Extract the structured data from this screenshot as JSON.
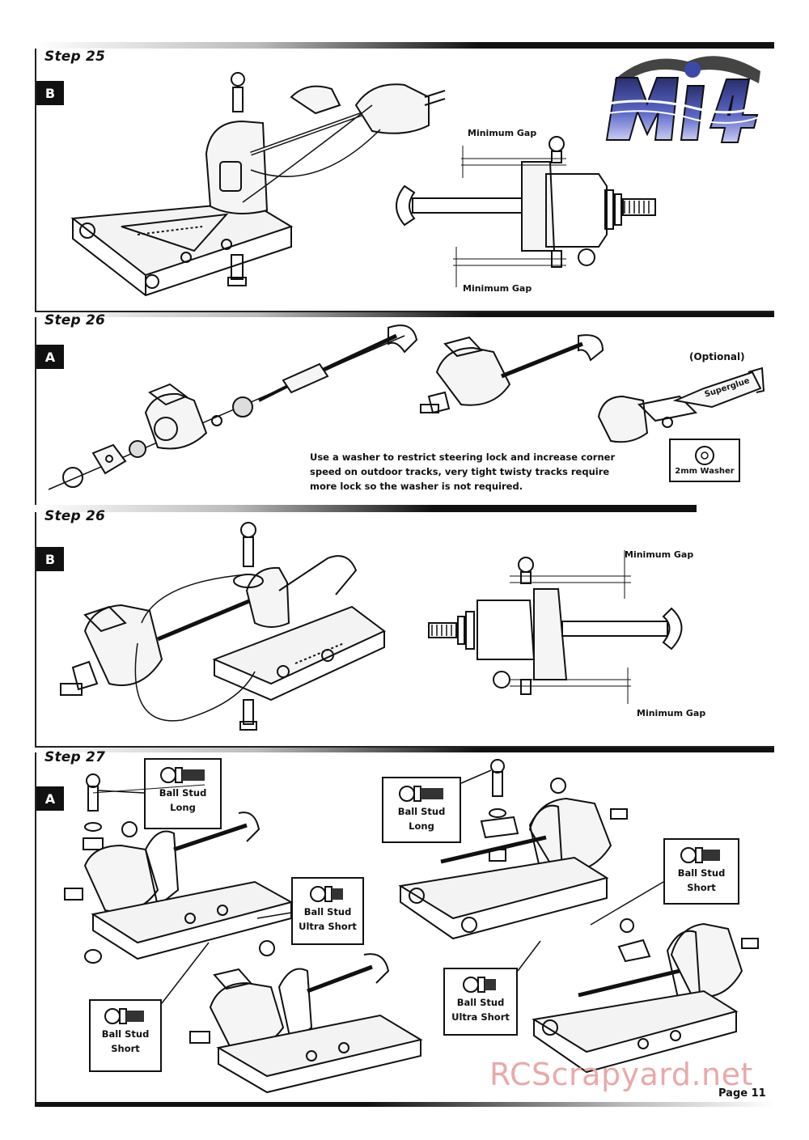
{
  "page": {
    "page_label": "Page 11",
    "watermark": "RCScrapyard.net",
    "logo_text": "Mi4"
  },
  "steps": [
    {
      "title": "Step 25",
      "sub": "B",
      "gap_top": "Minimum Gap",
      "gap_bottom": "Minimum Gap"
    },
    {
      "title": "Step 26",
      "sub": "A",
      "optional": "(Optional)",
      "superglue": "Superglue",
      "washer_label": "2mm Washer",
      "note": "Use a washer to restrict steering lock and increase corner speed on outdoor tracks, very tight twisty tracks require more lock so the washer is not required."
    },
    {
      "title": "Step 26",
      "sub": "B",
      "gap_top": "Minimum Gap",
      "gap_bottom": "Minimum Gap"
    },
    {
      "title": "Step 27",
      "sub": "A",
      "callouts": [
        {
          "line1": "Ball Stud",
          "line2": "Long"
        },
        {
          "line1": "Ball Stud",
          "line2": "Ultra Short"
        },
        {
          "line1": "Ball Stud",
          "line2": "Short"
        },
        {
          "line1": "Ball Stud",
          "line2": "Long"
        },
        {
          "line1": "Ball Stud",
          "line2": "Short"
        },
        {
          "line1": "Ball Stud",
          "line2": "Ultra Short"
        }
      ]
    }
  ]
}
